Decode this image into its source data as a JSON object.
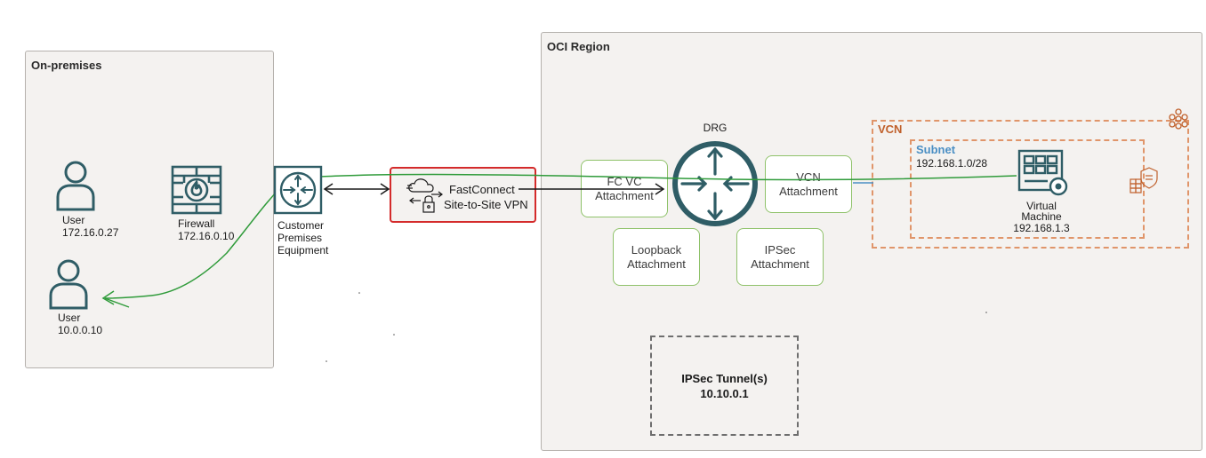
{
  "on_premises": {
    "title": "On-premises",
    "user1": {
      "name": "User",
      "ip": "172.16.0.27"
    },
    "firewall": {
      "name": "Firewall",
      "ip": "172.16.0.10"
    },
    "user2": {
      "name": "User",
      "ip": "10.0.0.10"
    },
    "cpe": {
      "line1": "Customer",
      "line2": "Premises",
      "line3": "Equipment"
    }
  },
  "connectivity": {
    "fastconnect": "FastConnect",
    "vpn": "Site-to-Site VPN"
  },
  "oci": {
    "title": "OCI Region",
    "drg": "DRG",
    "fc_attach": {
      "line1": "FC VC",
      "line2": "Attachment"
    },
    "vcn_attach": {
      "line1": "VCN",
      "line2": "Attachment"
    },
    "loopback_attach": {
      "line1": "Loopback",
      "line2": "Attachment"
    },
    "ipsec_attach": {
      "line1": "IPSec",
      "line2": "Attachment"
    },
    "vcn_label": "VCN",
    "subnet_label": "Subnet",
    "subnet_cidr": "192.168.1.0/28",
    "vm": {
      "line1": "Virtual",
      "line2": "Machine",
      "ip": "192.168.1.3"
    },
    "tunnel": {
      "line1": "IPSec Tunnel(s)",
      "line2": "10.10.0.1"
    }
  },
  "colors": {
    "teal": "#2f5d66",
    "green_path": "#2f9b3a",
    "orange_dash": "#e0956a",
    "vpn_border": "#d42b2b",
    "attach_border": "#8fc26a",
    "subnet_blue": "#4b8fc4",
    "vcn_orange": "#c0602b"
  }
}
